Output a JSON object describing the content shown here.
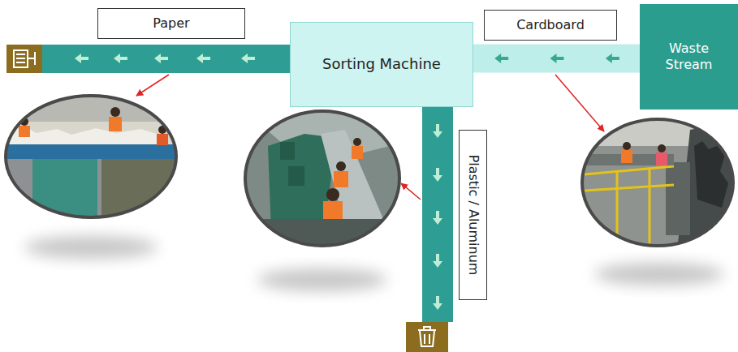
{
  "diagram": {
    "nodes": [
      {
        "text": [
          "Paper"
        ]
      },
      {
        "text": [
          "Sorting Machine"
        ]
      },
      {
        "text": [
          "Cardboard"
        ]
      },
      {
        "text": [
          "Waste Stream"
        ]
      },
      {
        "text": [
          "Plastic / Aluminum"
        ]
      }
    ],
    "edges": [
      {
        "from": 3,
        "to": 1,
        "arrow": "to"
      }
    ]
  }
}
